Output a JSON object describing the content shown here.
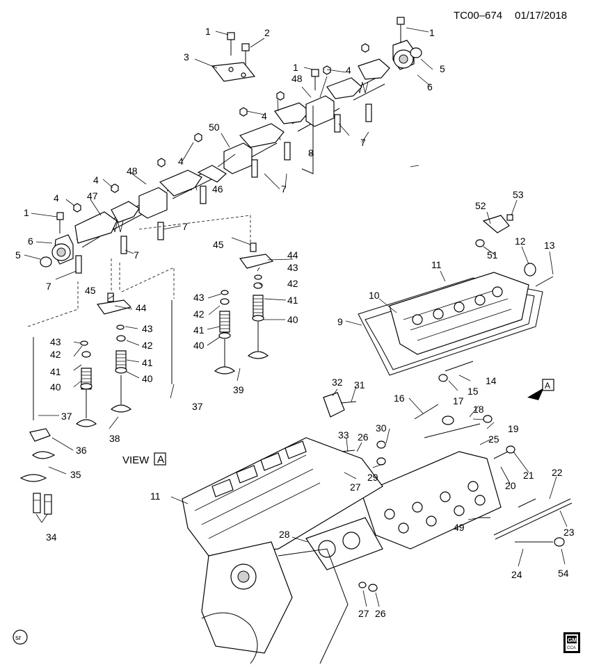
{
  "header": {
    "code": "TC00–674",
    "date": "01/17/2018"
  },
  "view_label": "VIEW",
  "view_marker": "A",
  "arrow_marker": "A",
  "corner_mark": "sr",
  "logo": {
    "line1": "GM",
    "line2": "CCA"
  },
  "callouts": {
    "c1a": "1",
    "c2": "2",
    "c1b": "1",
    "c5a": "5",
    "c6a": "6",
    "c3": "3",
    "c1c": "1",
    "c4a": "4",
    "c48a": "48",
    "c4b": "4",
    "c7a": "7",
    "c8": "8",
    "c50": "50",
    "c4c": "4",
    "c46": "46",
    "c7b": "7",
    "c4d": "4",
    "c48b": "48",
    "c4e": "4",
    "c47": "47",
    "c1d": "1",
    "c7c": "7",
    "c6b": "6",
    "c5b": "5",
    "c7d": "7",
    "c7e": "7",
    "c45a": "45",
    "c44a": "44",
    "c43a": "43",
    "c43b": "43",
    "c42a": "42",
    "c42b": "42",
    "c41a": "41",
    "c41b": "41",
    "c40a": "40",
    "c40b": "40",
    "c39": "39",
    "c45b": "45",
    "c44b": "44",
    "c43c": "43",
    "c43d": "43",
    "c42c": "42",
    "c42d": "42",
    "c41c": "41",
    "c41d": "41",
    "c40c": "40",
    "c40d": "40",
    "c38": "38",
    "c37a": "37",
    "c37b": "37",
    "c36": "36",
    "c35": "35",
    "c34": "34",
    "c53": "53",
    "c52": "52",
    "c12": "12",
    "c13": "13",
    "c51": "51",
    "c11a": "11",
    "c10": "10",
    "c9": "9",
    "c14": "14",
    "c15": "15",
    "c32": "32",
    "c31": "31",
    "c16": "16",
    "c17": "17",
    "c18": "18",
    "c19": "19",
    "c30": "30",
    "c33": "33",
    "c26a": "26",
    "c25": "25",
    "c29": "29",
    "c27a": "27",
    "c21": "21",
    "c20": "20",
    "c22": "22",
    "c11b": "11",
    "c49": "49",
    "c23": "23",
    "c28": "28",
    "c24": "24",
    "c54": "54",
    "c27b": "27",
    "c26b": "26"
  }
}
